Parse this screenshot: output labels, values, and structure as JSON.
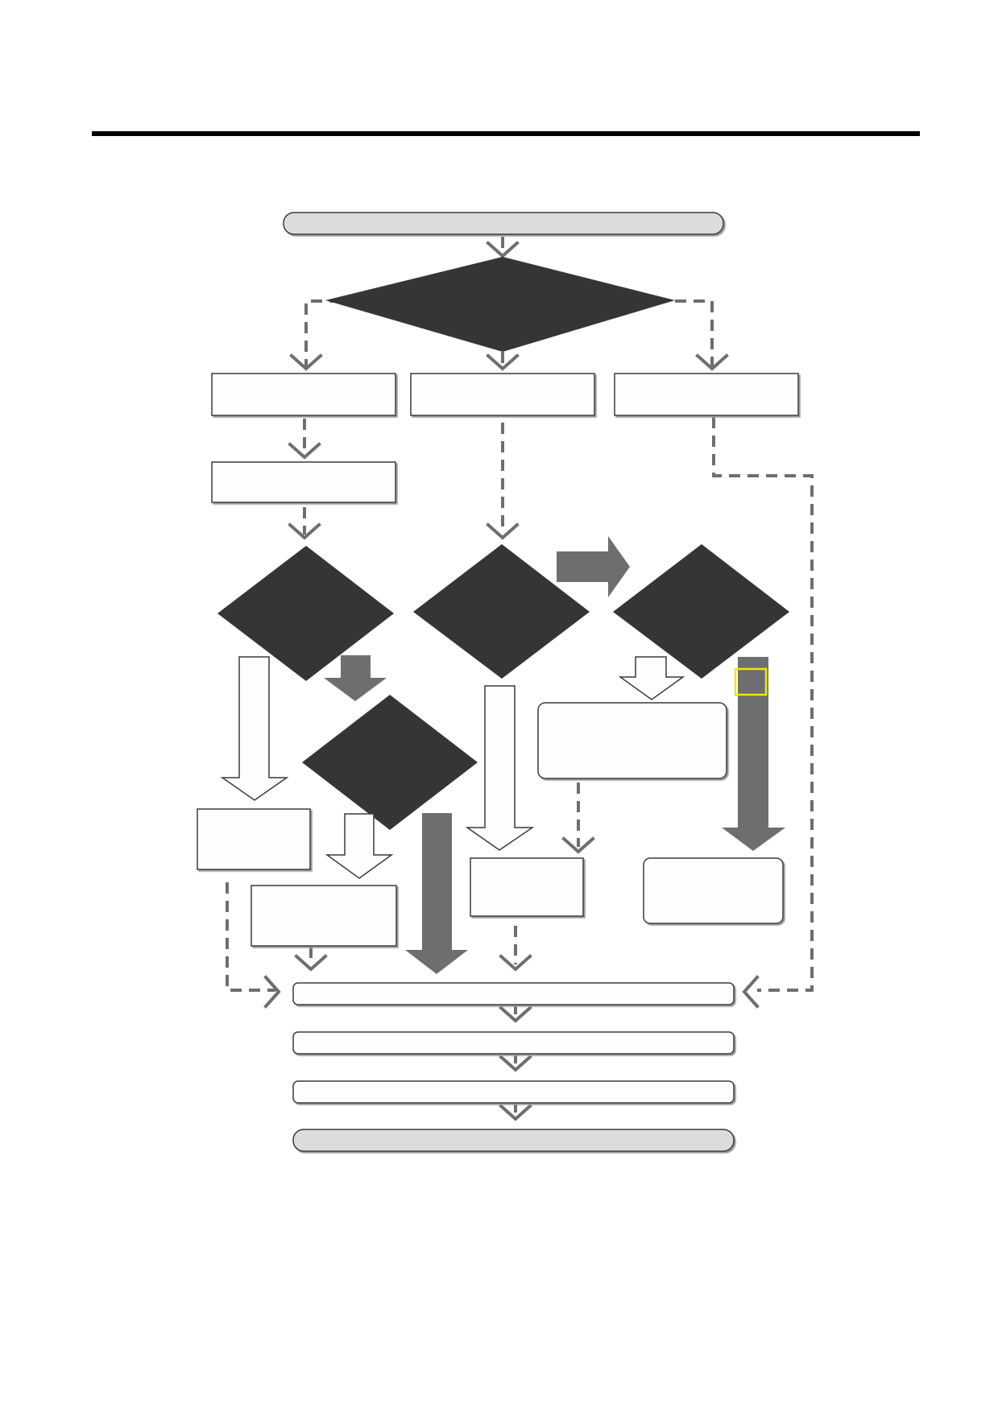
{
  "diagram": {
    "kind": "flowchart",
    "header_rule": true,
    "colors": {
      "diamond_fill": "#373435",
      "solid_arrow": "#6d6e70",
      "dashed_connector": "#6d6e70",
      "terminator_fill": "#dcdcdc",
      "box_fill": "#fdfdfd",
      "box_border": "#3a3a3a",
      "highlight": "#f2e600"
    },
    "nodes": [
      {
        "id": "start",
        "shape": "terminator",
        "text": ""
      },
      {
        "id": "decision-top",
        "shape": "diamond",
        "text": ""
      },
      {
        "id": "box-left",
        "shape": "rect",
        "text": ""
      },
      {
        "id": "box-center",
        "shape": "rect",
        "text": ""
      },
      {
        "id": "box-right",
        "shape": "rect",
        "text": ""
      },
      {
        "id": "box-left-2",
        "shape": "rect",
        "text": ""
      },
      {
        "id": "decision-left",
        "shape": "diamond",
        "text": ""
      },
      {
        "id": "decision-center",
        "shape": "diamond",
        "text": ""
      },
      {
        "id": "decision-right",
        "shape": "diamond",
        "text": ""
      },
      {
        "id": "decision-left-lower",
        "shape": "diamond",
        "text": ""
      },
      {
        "id": "box-right-rounded",
        "shape": "rounded-rect",
        "text": ""
      },
      {
        "id": "box-far-left",
        "shape": "rect",
        "text": ""
      },
      {
        "id": "box-left-lower",
        "shape": "rect",
        "text": ""
      },
      {
        "id": "box-center-lower",
        "shape": "rect",
        "text": ""
      },
      {
        "id": "box-right-lower",
        "shape": "rounded-rect",
        "text": ""
      },
      {
        "id": "bar-1",
        "shape": "rounded-rect",
        "text": ""
      },
      {
        "id": "bar-2",
        "shape": "rounded-rect",
        "text": ""
      },
      {
        "id": "bar-3",
        "shape": "rounded-rect",
        "text": ""
      },
      {
        "id": "end",
        "shape": "terminator",
        "text": ""
      }
    ]
  }
}
